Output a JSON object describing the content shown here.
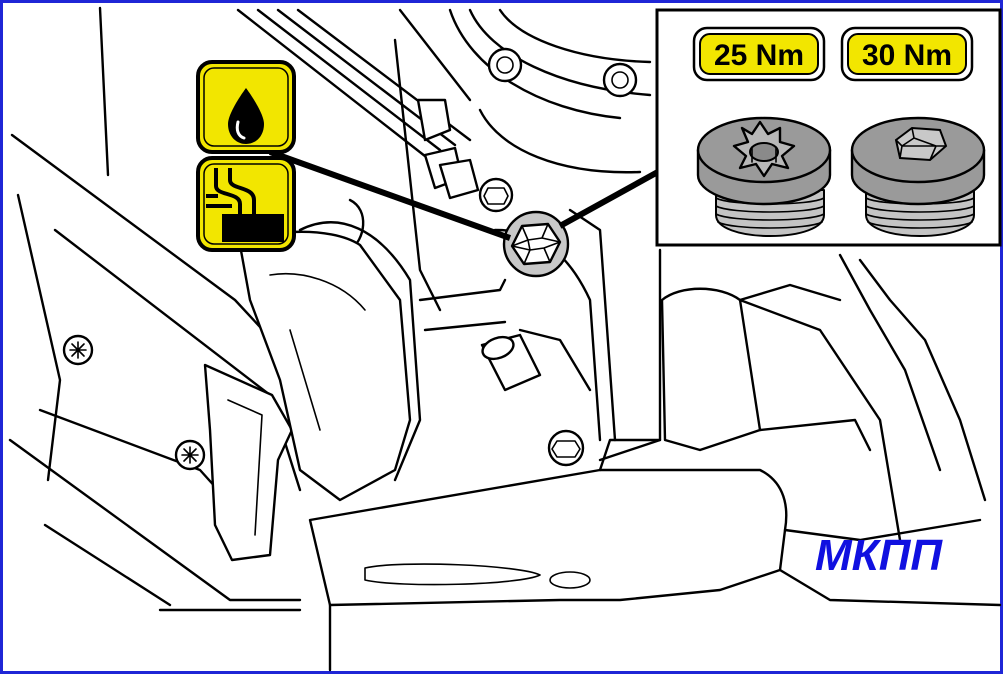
{
  "torque": {
    "plug_a": "25 Nm",
    "plug_b": "30 Nm"
  },
  "caption": "МКПП",
  "colors": {
    "frame": "#1f26d6",
    "badge_yellow": "#f2e600",
    "caption_blue": "#1010e0",
    "plug_grey": "#9a9a9a"
  },
  "icons": [
    "oil-drop-icon",
    "oil-level-icon"
  ]
}
